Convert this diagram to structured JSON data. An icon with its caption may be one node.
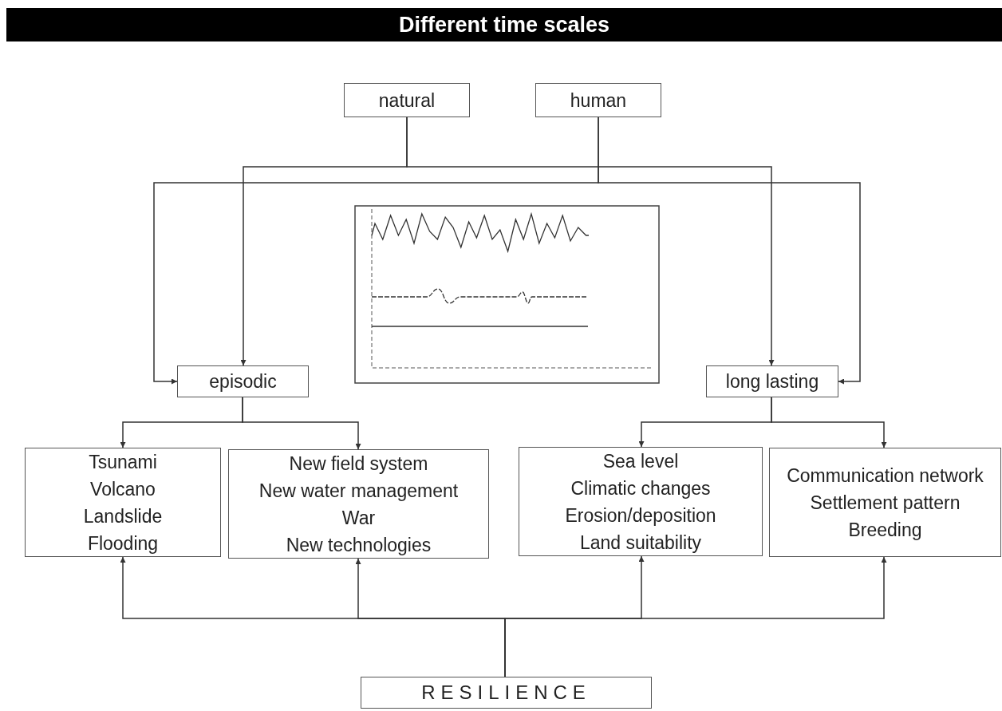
{
  "diagram": {
    "title": "Different time scales",
    "nodes": [
      {
        "text": [
          "natural"
        ]
      },
      {
        "text": [
          "human"
        ]
      },
      {
        "text": [
          "episodic"
        ]
      },
      {
        "text": [
          "long lasting"
        ]
      },
      {
        "text": [
          "Tsunami",
          "Volcano",
          "Landslide",
          "Flooding"
        ]
      },
      {
        "text": [
          "New field system",
          "New water management",
          "War",
          "New technologies"
        ]
      },
      {
        "text": [
          "Sea level",
          "Climatic changes",
          "Erosion/deposition",
          "Land suitability"
        ]
      },
      {
        "text": [
          "Communication network",
          "Settlement pattern",
          "Breeding"
        ]
      },
      {
        "text": [
          "RESILIENCE"
        ]
      }
    ],
    "edges": [
      {
        "from": 0,
        "to": 2,
        "arrow": "to"
      },
      {
        "from": 0,
        "to": 3,
        "arrow": "to"
      },
      {
        "from": 1,
        "to": 2,
        "arrow": "to"
      },
      {
        "from": 1,
        "to": 3,
        "arrow": "to"
      },
      {
        "from": 2,
        "to": 4,
        "arrow": "to"
      },
      {
        "from": 2,
        "to": 5,
        "arrow": "to"
      },
      {
        "from": 3,
        "to": 6,
        "arrow": "to"
      },
      {
        "from": 3,
        "to": 7,
        "arrow": "to"
      },
      {
        "from": 8,
        "to": 4,
        "arrow": "to"
      },
      {
        "from": 8,
        "to": 5,
        "arrow": "to"
      },
      {
        "from": 8,
        "to": 6,
        "arrow": "to"
      },
      {
        "from": 8,
        "to": 7,
        "arrow": "to"
      }
    ]
  }
}
